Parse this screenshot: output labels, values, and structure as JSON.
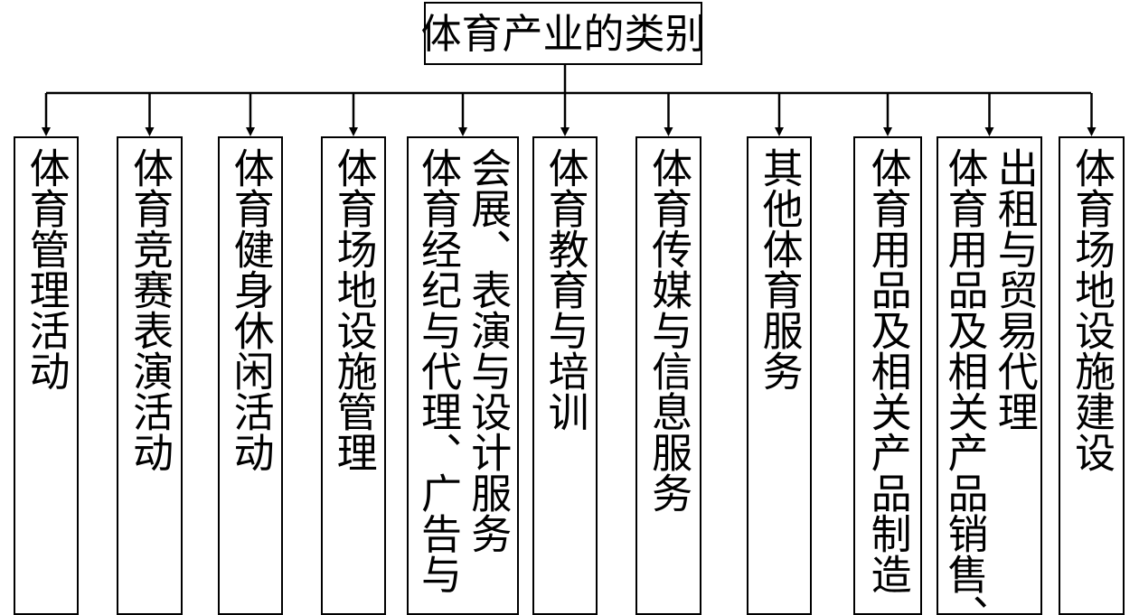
{
  "diagram": {
    "root": "体育产业的类别",
    "categories": [
      {
        "columns": [
          "体育管理活动"
        ]
      },
      {
        "columns": [
          "体育竞赛表演活动"
        ]
      },
      {
        "columns": [
          "体育健身休闲活动"
        ]
      },
      {
        "columns": [
          "体育场地设施管理"
        ]
      },
      {
        "columns": [
          "会展、表演与设计服务",
          "体育经纪与代理、广告与"
        ]
      },
      {
        "columns": [
          "体育教育与培训"
        ]
      },
      {
        "columns": [
          "体育传媒与信息服务"
        ]
      },
      {
        "columns": [
          "其他体育服务"
        ]
      },
      {
        "columns": [
          "体育用品及相关产品制造"
        ]
      },
      {
        "columns": [
          "出租与贸易代理",
          "体育用品及相关产品销售、"
        ]
      },
      {
        "columns": [
          "体育场地设施建设"
        ]
      }
    ]
  }
}
